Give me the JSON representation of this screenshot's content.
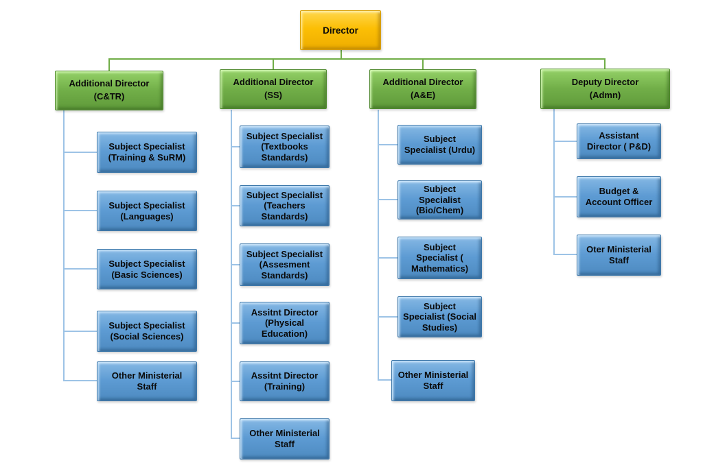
{
  "org": {
    "root": {
      "label": "Director"
    },
    "branches": [
      {
        "head": {
          "line1": "Additional Director",
          "line2": "(C&TR)"
        },
        "children": [
          "Subject Specialist (Training & SuRM)",
          "Subject Specialist (Languages)",
          "Subject Specialist (Basic Sciences)",
          "Subject Specialist (Social Sciences)",
          "Other Ministerial Staff"
        ]
      },
      {
        "head": {
          "line1": "Additional Director",
          "line2": "(SS)"
        },
        "children": [
          "Subject Specialist (Textbooks Standards)",
          "Subject Specialist (Teachers Standards)",
          "Subject Specialist (Assesment Standards)",
          "Assitnt Director (Physical Education)",
          "Assitnt Director (Training)",
          "Other Ministerial Staff"
        ]
      },
      {
        "head": {
          "line1": "Additional Director",
          "line2": "(A&E)"
        },
        "children": [
          "Subject Specialist (Urdu)",
          "Subject Specialist (Bio/Chem)",
          "Subject Specialist ( Mathematics)",
          "Subject Specialist (Social Studies)",
          "Other Ministerial Staff"
        ]
      },
      {
        "head": {
          "line1": "Deputy Director",
          "line2": "(Admn)"
        },
        "children": [
          "Assistant Director ( P&D)",
          "Budget & Account Officer",
          "Oter Ministerial Staff"
        ]
      }
    ]
  },
  "colors": {
    "root-fill": "#FFC000",
    "head-fill": "#70AD47",
    "child-fill": "#5B9BD5",
    "head-line": "#70AD47",
    "child-line": "#9DC3E6"
  }
}
